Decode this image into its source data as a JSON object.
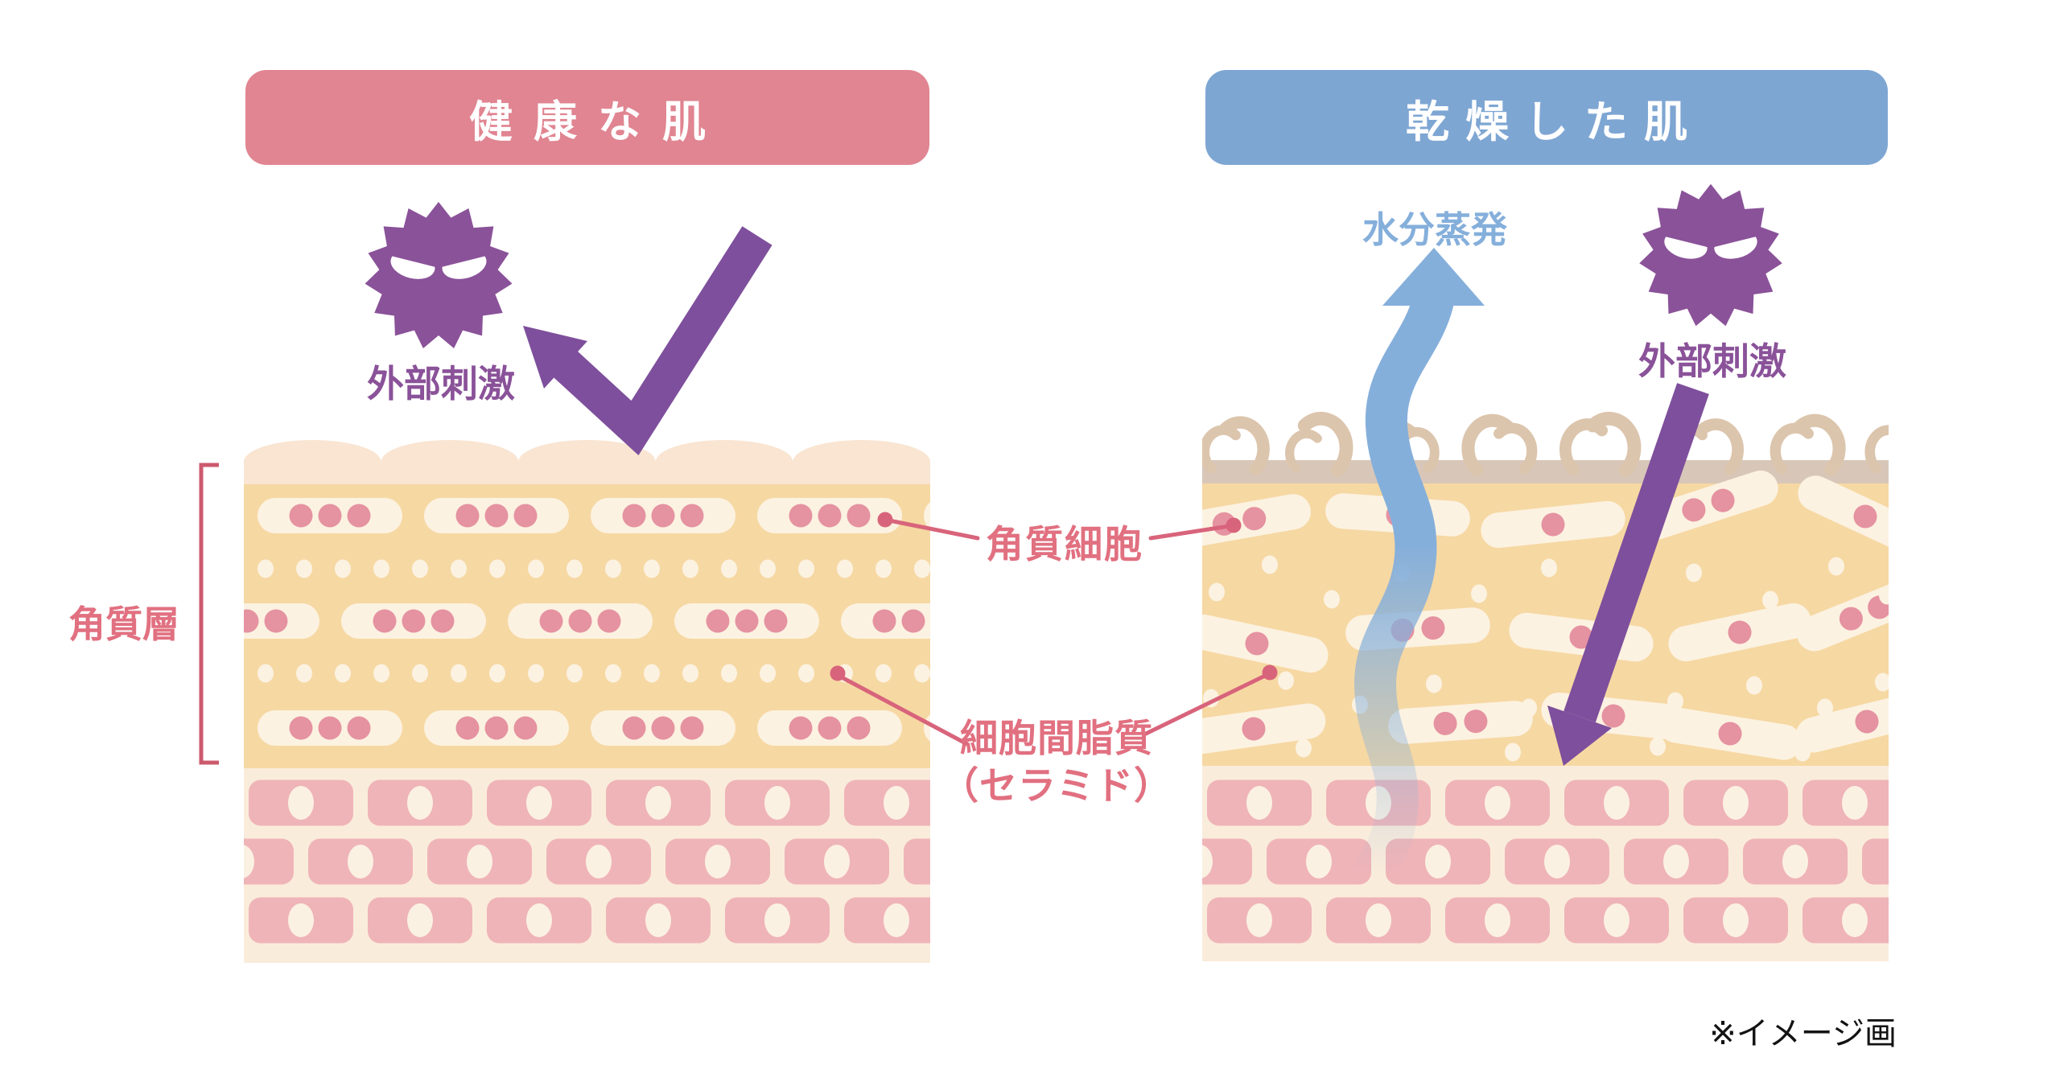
{
  "healthy_panel": {
    "banner_label": "健康な肌",
    "stimulus_label": "外部刺激"
  },
  "dry_panel": {
    "banner_label": "乾燥した肌",
    "stimulus_label": "外部刺激",
    "evaporation_label": "水分蒸発"
  },
  "annotations": {
    "stratum_corneum": "角質層",
    "corneocyte": "角質細胞",
    "intercellular_lipid_line1": "細胞間脂質",
    "intercellular_lipid_line2": "（セラミド）",
    "note": "※イメージ画"
  },
  "icons": {
    "left_germ": "angry-germ-icon",
    "right_germ": "angry-germ-icon",
    "deflected_arrow": "deflected-bounce-arrow-icon",
    "penetrating_arrow": "penetrating-down-arrow-icon",
    "evaporation_arrow": "wavy-up-arrow-icon"
  },
  "colors": {
    "healthy_banner": "#E08591",
    "dry_banner": "#7EA6D3",
    "banner_text": "#FFFFFF",
    "germ_purple": "#8A5299",
    "arrow_purple": "#7E4F9C",
    "evaporation_blue": "#85AFDB",
    "label_pink": "#E17080",
    "bracket_pink": "#CC5A6E",
    "pointer_line": "#D8647B",
    "skin_orange": "#F6D8A3",
    "skin_scallop_cream": "#F9E5D2",
    "cell_cream": "#FCF2E1",
    "cell_dot_pink": "#E592A1",
    "lower_band_cream": "#FAECDB",
    "lower_cell_pink": "#EFB4B8",
    "lower_cell_nucleus": "#FBF1E2",
    "dry_surface_grey": "#D8C7B9",
    "dry_flake": "#DCC5AD",
    "note_text": "#131313"
  }
}
